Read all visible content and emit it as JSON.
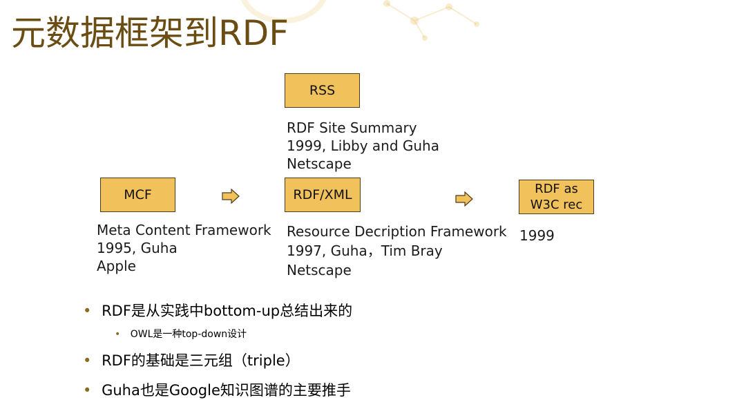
{
  "title": "元数据框架到RDF",
  "colors": {
    "title": "#6b4d13",
    "box_fill": "#f1c25b",
    "box_border": "#4c3b18",
    "arrow_fill": "#f1c25b",
    "bullet_text": "#6b4d13"
  },
  "boxes": {
    "rss": {
      "label": "RSS"
    },
    "mcf": {
      "label": "MCF"
    },
    "rdfxml": {
      "label": "RDF/XML"
    },
    "w3c": {
      "line1": "RDF as",
      "line2": "W3C rec"
    }
  },
  "descriptions": {
    "rss": [
      "RDF Site Summary",
      "1999, Libby and Guha",
      "Netscape"
    ],
    "mcf": [
      "Meta Content Framework",
      "1995, Guha",
      "Apple"
    ],
    "rdfxml": [
      "Resource Decription Framework",
      "1997, Guha，Tim Bray",
      "Netscape"
    ],
    "w3c": [
      "1999"
    ]
  },
  "bullets": {
    "b1": {
      "marker": "•",
      "text": "RDF是从实践中bottom-up总结出来的"
    },
    "b1_sub": {
      "marker": "•",
      "text": "OWL是一种top-down设计"
    },
    "b2": {
      "marker": "•",
      "text": "RDF的基础是三元组（triple）"
    },
    "b3": {
      "marker": "•",
      "text": "Guha也是Google知识图谱的主要推手"
    }
  },
  "icons": {
    "arrow": "right-arrow-icon",
    "background": "molecule-decoration-icon"
  }
}
